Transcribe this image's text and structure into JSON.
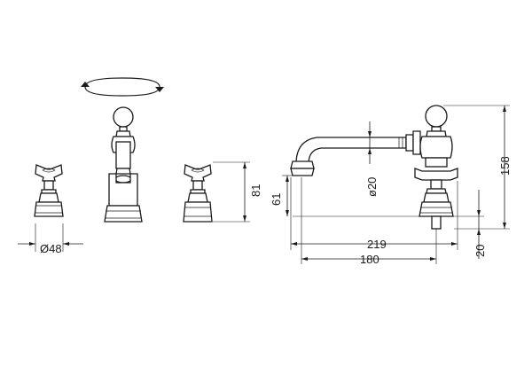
{
  "drawing": {
    "dimensions": {
      "handle_diameter": "Ø48",
      "handle_height": "81",
      "spout_height": "61",
      "spout_diameter": "ø20",
      "spout_reach": "219",
      "spout_projection": "180",
      "overall_height": "158",
      "deck_thickness": "20"
    },
    "rotation_symbol": "rotation-arrow-icon"
  }
}
